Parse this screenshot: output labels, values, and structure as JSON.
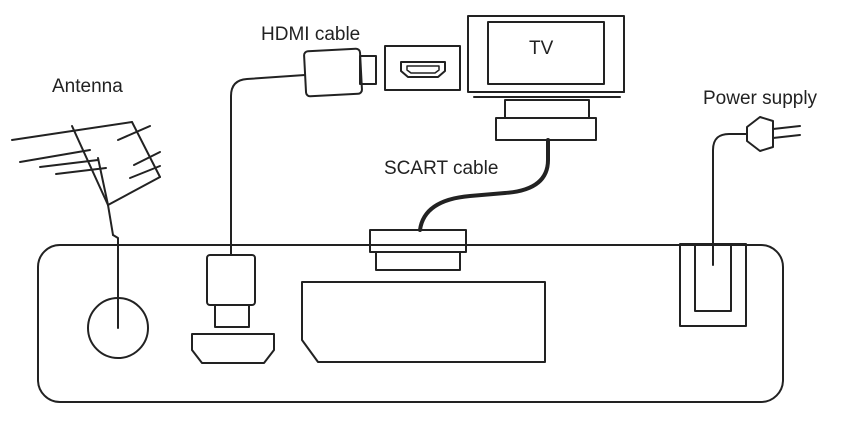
{
  "labels": {
    "antenna": "Antenna",
    "hdmi_cable": "HDMI cable",
    "tv": "TV",
    "scart_cable": "SCART cable",
    "power_supply": "Power supply"
  },
  "colors": {
    "stroke": "#222222",
    "background": "#ffffff"
  }
}
